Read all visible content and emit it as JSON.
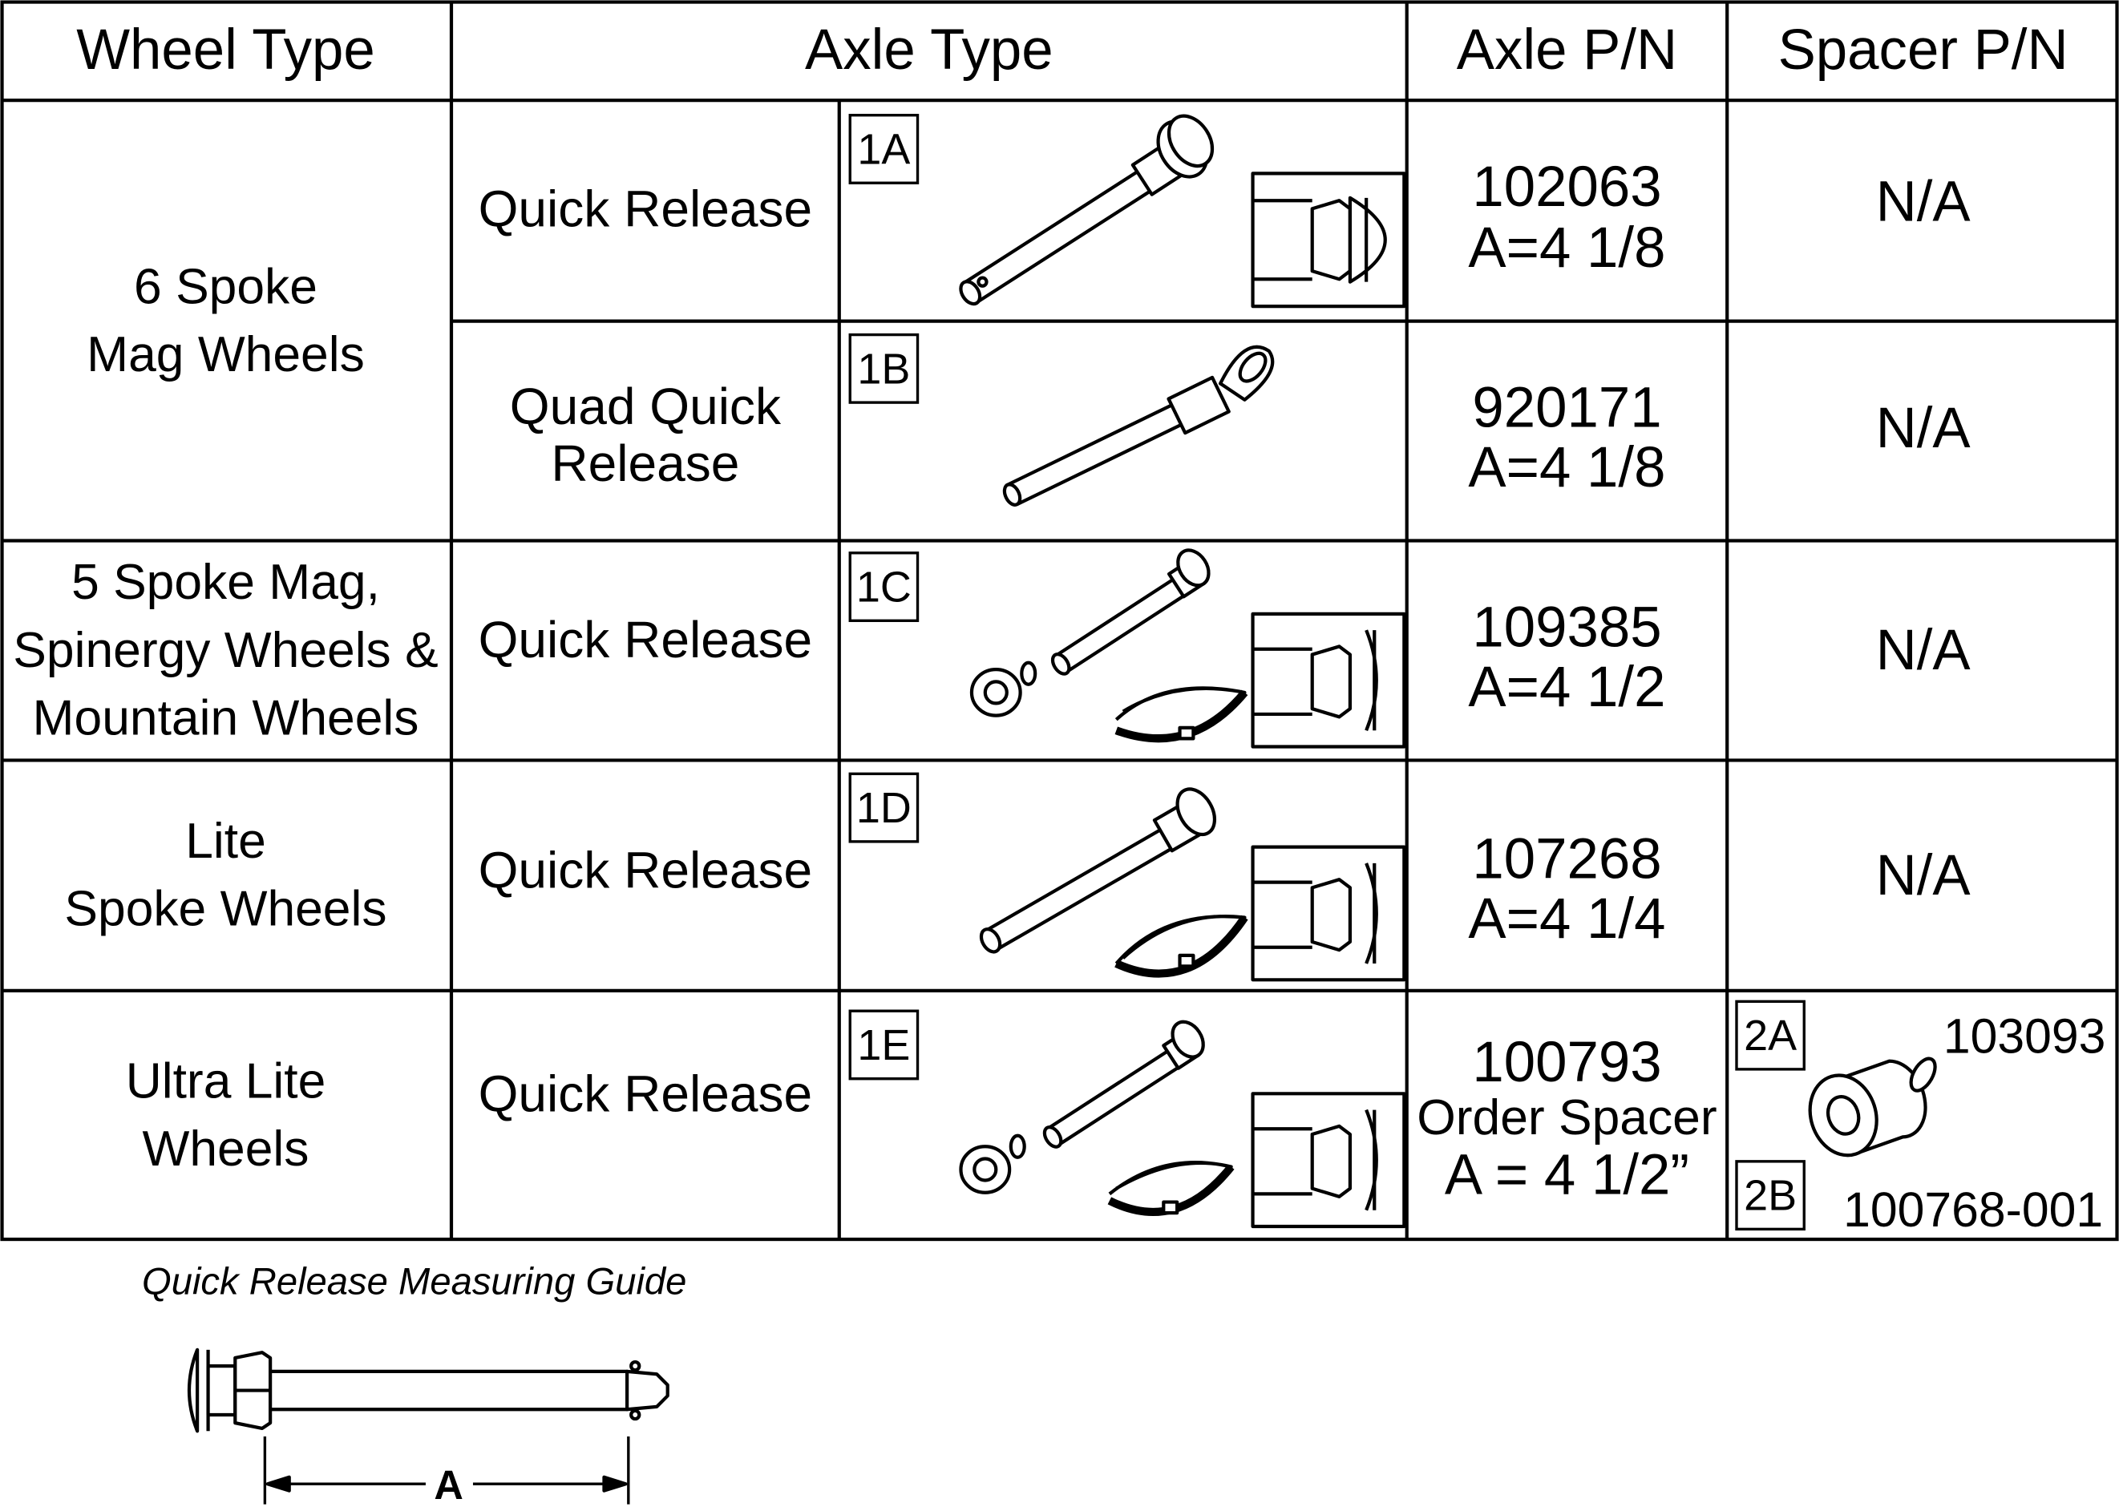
{
  "headers": {
    "wheel_type": "Wheel Type",
    "axle_type": "Axle Type",
    "axle_pn": "Axle P/N",
    "spacer_pn": "Spacer P/N"
  },
  "rows": [
    {
      "tag": "1A",
      "axle_type": "Quick Release",
      "axle_pn": "102063",
      "axle_dim": "A=4 1/8",
      "spacer_pn": "N/A"
    },
    {
      "tag": "1B",
      "axle_type_line1": "Quad Quick",
      "axle_type_line2": "Release",
      "axle_pn": "920171",
      "axle_dim": "A=4 1/8",
      "spacer_pn": "N/A"
    },
    {
      "tag": "1C",
      "wheel_line1": "5 Spoke Mag,",
      "wheel_line2": "Spinergy Wheels &",
      "wheel_line3": "Mountain Wheels",
      "axle_type": "Quick Release",
      "axle_pn": "109385",
      "axle_dim": "A=4 1/2",
      "spacer_pn": "N/A"
    },
    {
      "tag": "1D",
      "wheel_line1": "Lite",
      "wheel_line2": "Spoke Wheels",
      "axle_type": "Quick Release",
      "axle_pn": "107268",
      "axle_dim": "A=4 1/4",
      "spacer_pn": "N/A"
    },
    {
      "tag": "1E",
      "wheel_line1": "Ultra Lite",
      "wheel_line2": "Wheels",
      "axle_type": "Quick Release",
      "axle_pn": "100793",
      "axle_note": "Order Spacer",
      "axle_dim": "A = 4 1/2”",
      "spacer_tag_a": "2A",
      "spacer_pn_a": "103093",
      "spacer_tag_b": "2B",
      "spacer_pn_b": "100768-001"
    }
  ],
  "group_1": {
    "wheel_line1": "6 Spoke",
    "wheel_line2": "Mag Wheels"
  },
  "guide": {
    "caption": "Quick Release Measuring Guide",
    "dim_label": "A"
  }
}
